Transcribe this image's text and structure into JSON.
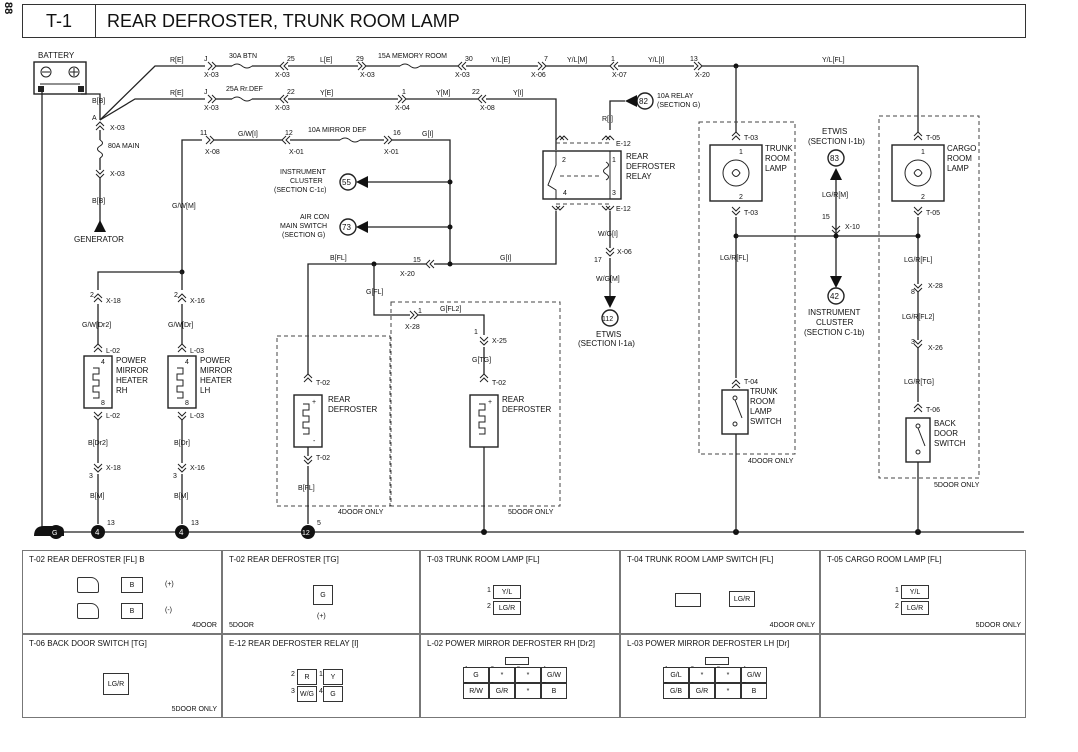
{
  "page_number": "88",
  "header": {
    "code": "T-1",
    "title": "REAR DEFROSTER, TRUNK ROOM LAMP"
  },
  "colors": {
    "line": "#222222",
    "background": "#ffffff",
    "ground_fill": "#111111"
  },
  "labels": {
    "battery": "BATTERY",
    "battery_wire": "B[B]",
    "junction_a": "A",
    "x03_a": "X-03",
    "main_fuse": "80A MAIN",
    "x03_b": "X-03",
    "gen_wire": "B[B]",
    "generator": "GENERATOR",
    "re_top": "R[E]",
    "re_bottom": "R[E]",
    "j_top": "J",
    "j_bottom": "J",
    "x03_c": "X-03",
    "x03_d": "X-03",
    "fuse_btn": "30A BTN",
    "fuse_rrdef": "25A Rr.DEF",
    "pin_25": "25",
    "pin_22": "22",
    "x03_e": "X-03",
    "x03_f": "X-03",
    "le_wire": "L[E]",
    "ye_wire": "Y[E]",
    "pin_29": "29",
    "x03_g": "X-03",
    "fuse_memory": "15A MEMORY ROOM",
    "pin_30": "30",
    "x03_h": "X-03",
    "yle_wire": "Y/L[E]",
    "pin_1_x04": "1",
    "x04": "X-04",
    "ym_wire": "Y[M]",
    "pin_22_x08": "22",
    "x08_a": "X-08",
    "yi_wire": "Y[I]",
    "pin_7": "7",
    "x06_a": "X-06",
    "ylm_wire": "Y/L[M]",
    "pin_1_x07": "1",
    "x07": "X-07",
    "yli_wire": "Y/L[I]",
    "pin_13": "13",
    "x20_a": "X-20",
    "ylfl_wire": "Y/L[FL]",
    "relay82_num": "82",
    "relay82_label": "10A RELAY",
    "relay82_section": "(SECTION G)",
    "ri_wire": "R[I]",
    "e12_top": "E-12",
    "e12_bottom": "E-12",
    "relay_label_1": "REAR",
    "relay_label_2": "DEFROSTER",
    "relay_label_3": "RELAY",
    "relay_pin2": "2",
    "relay_pin4": "4",
    "relay_pin1": "1",
    "relay_pin3": "3",
    "wgi_wire": "W/G[I]",
    "pin_17": "17",
    "x06_b": "X-06",
    "wgm_wire": "W/G[M]",
    "etwis112_num": "112",
    "etwis112_label": "ETWIS",
    "etwis112_section": "(SECTION I-1a)",
    "pin_11": "11",
    "x08_b": "X-08",
    "gwi_wire": "G/W[I]",
    "pin_12": "12",
    "x01_a": "X-01",
    "fuse_mirror": "10A MIRROR DEF",
    "pin_16": "16",
    "x01_b": "X-01",
    "gi_wire_a": "G[I]",
    "ic55_label_1": "INSTRUMENT",
    "ic55_label_2": "CLUSTER",
    "ic55_section": "(SECTION C-1c)",
    "ic55_num": "55",
    "ac73_label_1": "AIR CON",
    "ac73_label_2": "MAIN SWITCH",
    "ac73_section": "(SECTION G)",
    "ac73_num": "73",
    "pin_15_x20": "15",
    "x20_b": "X-20",
    "bfl_wire": "B[FL]",
    "gi_wire_b": "G[I]",
    "gfl_wire": "G[FL]",
    "pin_1_x28": "1",
    "x28_a": "X-28",
    "gfl2_wire": "G[FL2]",
    "pin_1_x25": "1",
    "x25_a": "X-25",
    "gtg_wire": "G[TG]",
    "t02_a": "T-02",
    "t02_b": "T-02",
    "t02_c": "T-02",
    "rear_def_a_1": "REAR",
    "rear_def_a_2": "DEFROSTER",
    "rear_def_b_1": "REAR",
    "rear_def_b_2": "DEFROSTER",
    "bfl_wire_2": "B[FL]",
    "note_4door_a": "4DOOR ONLY",
    "note_5door_a": "5DOOR ONLY",
    "gwm_wire": "G/W[M]",
    "pin_2_x18": "2",
    "x18_a": "X-18",
    "pin_2_x16": "2",
    "x16_a": "X-16",
    "gwdr2_wire": "G/W[Dr2]",
    "gwdr_wire": "G/W[Dr]",
    "l02_a": "L-02",
    "l03_a": "L-03",
    "l02_b": "L-02",
    "l03_b": "L-03",
    "pmh_rh_1": "POWER",
    "pmh_rh_2": "MIRROR",
    "pmh_rh_3": "HEATER",
    "pmh_rh_4": "RH",
    "pmh_lh_1": "POWER",
    "pmh_lh_2": "MIRROR",
    "pmh_lh_3": "HEATER",
    "pmh_lh_4": "LH",
    "pin_4_rh": "4",
    "pin_8_rh": "8",
    "pin_4_lh": "4",
    "pin_8_lh": "8",
    "bdr2_wire": "B[Dr2]",
    "bdr_wire": "B[Dr]",
    "pin_3_x18": "3",
    "x18_b": "X-18",
    "pin_3_x16": "3",
    "x16_b": "X-16",
    "bm_wire_a": "B[M]",
    "bm_wire_b": "B[M]",
    "ground_g": "G",
    "gnd_4a": "4",
    "gnd_4b": "4",
    "gnd_12": "12",
    "gnd_13a": "13",
    "gnd_13b": "13",
    "gnd_5": "5",
    "t03_a": "T-03",
    "t03_b": "T-03",
    "trunk_lamp_1": "TRUNK",
    "trunk_lamp_2": "ROOM",
    "trunk_lamp_3": "LAMP",
    "trunk_pin1": "1",
    "trunk_pin2": "2",
    "lgrfl_wire_a": "LG/R[FL]",
    "t04": "T-04",
    "trunk_sw_1": "TRUNK",
    "trunk_sw_2": "ROOM",
    "trunk_sw_3": "LAMP",
    "trunk_sw_4": "SWITCH",
    "note_4door_b": "4DOOR ONLY",
    "etwis83_label": "ETWIS",
    "etwis83_section": "(SECTION I-1b)",
    "etwis83_num": "83",
    "lgrm_wire": "LG/R[M]",
    "pin_15_x10": "15",
    "x10": "X-10",
    "ic42_num": "42",
    "ic42_label_1": "INSTRUMENT",
    "ic42_label_2": "CLUSTER",
    "ic42_section": "(SECTION C-1b)",
    "t05_a": "T-05",
    "t05_b": "T-05",
    "cargo_lamp_1": "CARGO",
    "cargo_lamp_2": "ROOM",
    "cargo_lamp_3": "LAMP",
    "cargo_pin1": "1",
    "cargo_pin2": "2",
    "lgrfl_wire_b": "LG/R[FL]",
    "pin_8_x28": "8",
    "x28_b": "X-28",
    "lgrfl2_wire": "LG/R[FL2]",
    "pin_3_x26": "3",
    "x26": "X-26",
    "lgrtg_wire": "LG/R[TG]",
    "t06": "T-06",
    "back_sw_1": "BACK",
    "back_sw_2": "DOOR",
    "back_sw_3": "SWITCH",
    "note_5door_b": "5DOOR ONLY",
    "plus_sign": "+",
    "minus_sign": "-"
  },
  "connectors": [
    {
      "title": "T-02 REAR DEFROSTER [FL] B",
      "note": "4DOOR",
      "pins": [
        "B",
        "B"
      ],
      "signs": [
        "(+)",
        "(-)"
      ]
    },
    {
      "title": "T-02 REAR DEFROSTER [TG]",
      "note": "5DOOR",
      "pins": [
        "G"
      ],
      "signs": [
        "(+)"
      ]
    },
    {
      "title": "T-03 TRUNK ROOM LAMP [FL]",
      "note": "",
      "pins": [
        "Y/L",
        "LG/R"
      ],
      "nums": [
        "1",
        "2"
      ]
    },
    {
      "title": "T-04 TRUNK ROOM LAMP SWITCH [FL]",
      "note": "4DOOR ONLY",
      "pins": [
        "LG/R"
      ]
    },
    {
      "title": "T-05 CARGO ROOM LAMP [FL]",
      "note": "5DOOR ONLY",
      "pins": [
        "Y/L",
        "LG/R"
      ],
      "nums": [
        "1",
        "2"
      ]
    },
    {
      "title": "T-06 BACK DOOR SWITCH [TG]",
      "note": "5DOOR ONLY",
      "pins": [
        "LG/R"
      ]
    },
    {
      "title": "E-12 REAR DEFROSTER RELAY [I]",
      "note": "",
      "pins": [
        "R",
        "Y",
        "W/G",
        "G"
      ],
      "nums": [
        "2",
        "1",
        "3",
        "4"
      ]
    },
    {
      "title": "L-02 POWER MIRROR DEFROSTER RH [Dr2]",
      "note": "",
      "pins": [
        "G",
        "*",
        "*",
        "G/W",
        "R/W",
        "G/R",
        "*",
        "B"
      ],
      "nums": [
        "1",
        "2",
        "3",
        "4",
        "5",
        "6",
        "7",
        "8"
      ]
    },
    {
      "title": "L-03 POWER MIRROR DEFROSTER LH [Dr]",
      "note": "",
      "pins": [
        "G/L",
        "*",
        "*",
        "G/W",
        "G/B",
        "G/R",
        "*",
        "B"
      ],
      "nums": [
        "1",
        "2",
        "3",
        "4",
        "5",
        "6",
        "7",
        "8"
      ]
    }
  ]
}
